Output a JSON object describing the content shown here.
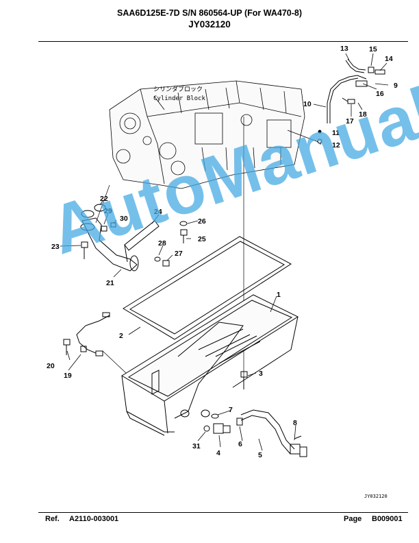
{
  "header": {
    "title": "SAA6D125E-7D S/N 860564-UP (For WA470-8)",
    "subtitle": "JY032120"
  },
  "diagram": {
    "cylinder_block_label_jp": "シリンダブロック",
    "cylinder_block_label_en": "Cylinder Block",
    "figure_id": "JY032120",
    "callouts": [
      "1",
      "2",
      "3",
      "4",
      "5",
      "6",
      "7",
      "8",
      "9",
      "10",
      "11",
      "12",
      "13",
      "14",
      "15",
      "16",
      "17",
      "18",
      "19",
      "20",
      "21",
      "22",
      "23",
      "24",
      "25",
      "26",
      "27",
      "28",
      "29",
      "30",
      "31"
    ]
  },
  "watermark": "AutoManual",
  "footer": {
    "ref_label": "Ref.",
    "ref_value": "A2110-003001",
    "page_label": "Page",
    "page_value": "B009001"
  }
}
